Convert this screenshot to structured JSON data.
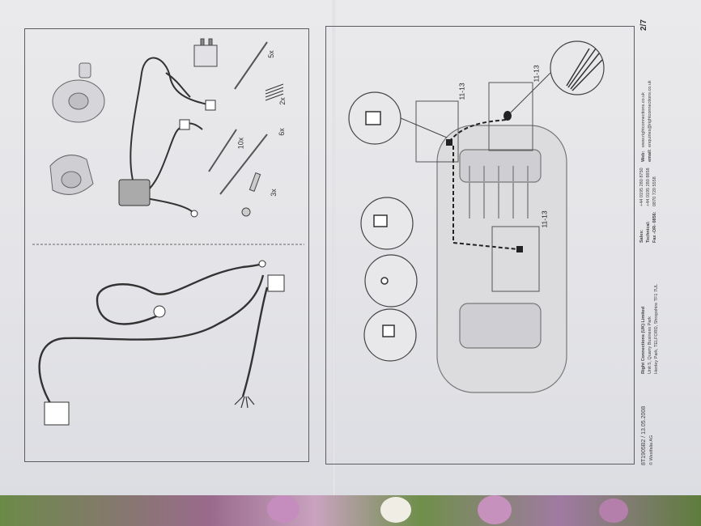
{
  "page_number": "2/7",
  "left_panel": {
    "quantities": {
      "cable_ties_long": "5x",
      "connector": "2x",
      "cable_ties_short": "10x",
      "screws_washers": "6x",
      "bolts": "3x"
    }
  },
  "right_panel": {
    "callouts": [
      "11-13",
      "11-13",
      "11-13"
    ]
  },
  "footer": {
    "doc_id": "8T1905B2 / 13.05.2008",
    "copyright": "© Westfalia AG",
    "company": "Right Connections (UK) Limited",
    "address_1": "Unit 5, Quarry Business Park",
    "address_2": "Henley Park, TELFORD, Shropshire TF1 7UL",
    "sales_label": "Sales:",
    "sales_phone": "+44 0195 280 8750",
    "technical_label": "Technical:",
    "technical_phone": "+44 0195 280 8858",
    "fax_label": "Fax -OR- 0856:",
    "fax_phone": "0870 720 5558",
    "web_label": "Web:",
    "web": "www.rightconnections.co.uk",
    "email_label": "email:",
    "email": "enquiries@rightconnections.co.uk"
  }
}
